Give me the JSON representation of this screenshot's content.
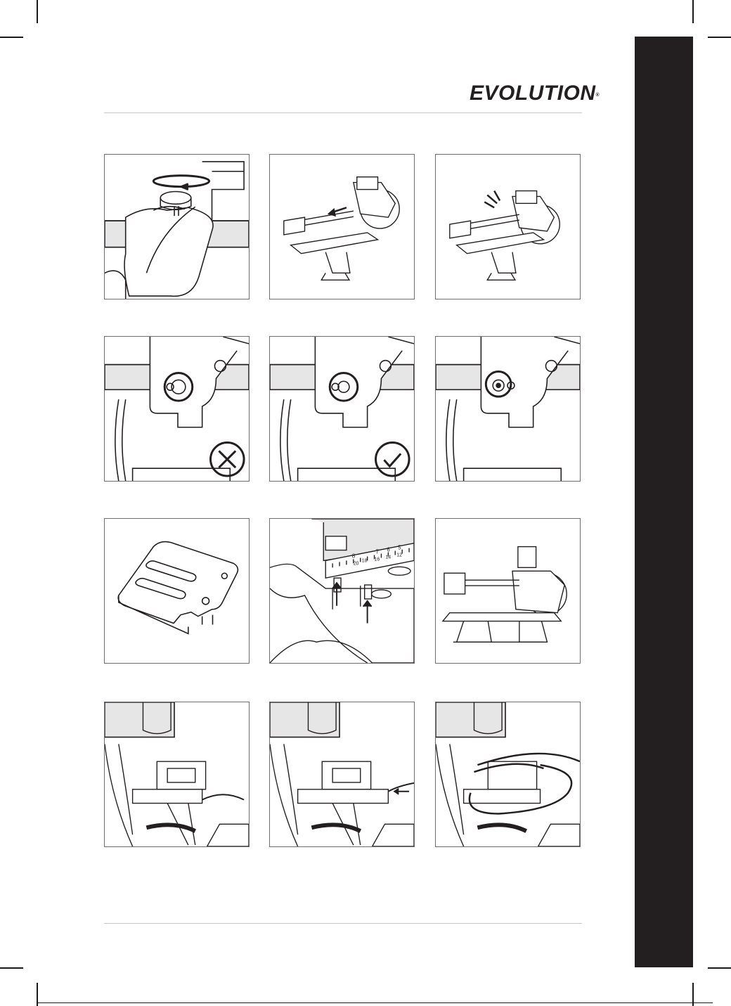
{
  "brand": {
    "logo_text": "EVOLUTION",
    "registered_mark": "®"
  },
  "colors": {
    "ink": "#231f20",
    "panel_border": "#6d6e71",
    "rule": "#c8c8c8",
    "fill_grey": "#e6e6e6"
  },
  "figures": [
    {
      "id": "knob-turn",
      "icon": "rotate-arrow-icon"
    },
    {
      "id": "slide-head",
      "icon": "arrow-left-icon"
    },
    {
      "id": "head-locked",
      "icon": "click-lines-icon"
    },
    {
      "id": "pin-wrong",
      "icon": "cross-circle-icon"
    },
    {
      "id": "pin-correct",
      "icon": "check-circle-icon"
    },
    {
      "id": "pin-alt",
      "icon": ""
    },
    {
      "id": "cover-part",
      "icon": ""
    },
    {
      "id": "fence-screws",
      "icon": "arrow-up-icon"
    },
    {
      "id": "saw-assembled",
      "icon": ""
    },
    {
      "id": "cable-route-1",
      "icon": ""
    },
    {
      "id": "cable-route-2",
      "icon": "arrow-left-icon"
    },
    {
      "id": "cable-wrapped",
      "icon": ""
    }
  ],
  "ruler_marks": [
    "7",
    "6",
    "5",
    "8",
    "18",
    "16",
    "14",
    "12",
    "20"
  ]
}
